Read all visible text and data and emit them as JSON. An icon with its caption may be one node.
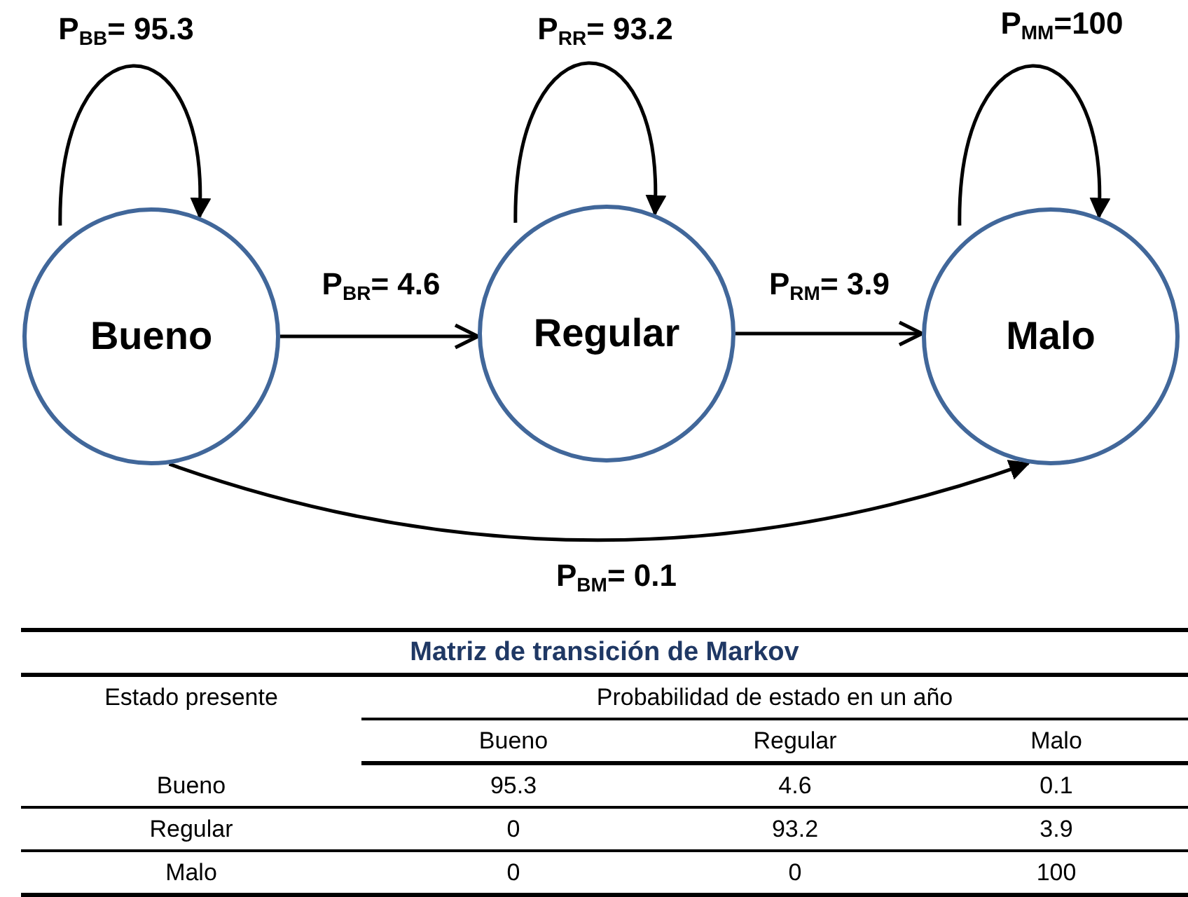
{
  "diagram": {
    "nodes": [
      {
        "text": [
          "Bueno"
        ]
      },
      {
        "text": [
          "Regular"
        ]
      },
      {
        "text": [
          "Malo"
        ]
      }
    ],
    "edges": [
      {
        "from": 0,
        "to": 0,
        "arrow": "to",
        "label": "P$_{BB}$= 95.3"
      },
      {
        "from": 1,
        "to": 1,
        "arrow": "to",
        "label": "P$_{RR}$= 93.2"
      },
      {
        "from": 2,
        "to": 2,
        "arrow": "to",
        "label": "P$_{MM}$=100"
      },
      {
        "from": 0,
        "to": 1,
        "arrow": "to",
        "label": "P$_{BR}$= 4.6"
      },
      {
        "from": 1,
        "to": 2,
        "arrow": "to",
        "label": "P$_{RM}$= 3.9"
      },
      {
        "from": 0,
        "to": 2,
        "arrow": "to",
        "label": "P$_{BM}$= 0.1"
      }
    ],
    "labels": [
      "Matriz de transición de Markov",
      "Estado presente",
      "Probabilidad de estado en un año",
      "Bueno",
      "Regular",
      "Malo",
      "Bueno",
      "95.3",
      "4.6",
      "0.1",
      "Regular",
      "0",
      "93.2",
      "3.9",
      "Malo",
      "0",
      "0",
      "100"
    ]
  }
}
